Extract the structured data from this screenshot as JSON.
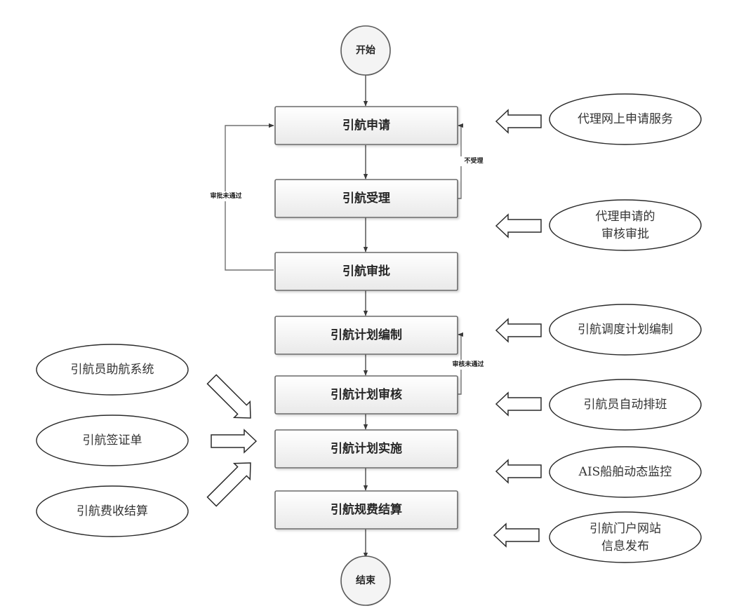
{
  "diagram": {
    "type": "flowchart",
    "title": "",
    "terminals": {
      "start": "开始",
      "end": "结束"
    },
    "steps": [
      {
        "id": "apply",
        "label": "引航申请"
      },
      {
        "id": "accept",
        "label": "引航受理"
      },
      {
        "id": "approve",
        "label": "引航审批"
      },
      {
        "id": "plan",
        "label": "引航计划编制"
      },
      {
        "id": "review",
        "label": "引航计划审核"
      },
      {
        "id": "execute",
        "label": "引航计划实施"
      },
      {
        "id": "settle",
        "label": "引航规费结算"
      }
    ],
    "loops": [
      {
        "from": "accept",
        "to": "apply",
        "label": "不受理",
        "side": "right"
      },
      {
        "from": "approve",
        "to": "apply",
        "label": "审批未通过",
        "side": "left"
      },
      {
        "from": "review",
        "to": "plan",
        "label": "审核未通过",
        "side": "right"
      }
    ],
    "right_supports": [
      {
        "target": "apply",
        "lines": [
          "代理网上申请服务"
        ]
      },
      {
        "target": "accept",
        "lines": [
          "代理申请的",
          "审核审批"
        ]
      },
      {
        "target": "plan",
        "lines": [
          "引航调度计划编制"
        ]
      },
      {
        "target": "review",
        "lines": [
          "引航员自动排班"
        ]
      },
      {
        "target": "execute",
        "lines": [
          "AIS船舶动态监控"
        ]
      },
      {
        "target": "settle",
        "lines": [
          "引航门户网站",
          "信息发布"
        ]
      }
    ],
    "left_supports": [
      {
        "target": "execute",
        "lines": [
          "引航员助航系统"
        ],
        "direction": "down-right"
      },
      {
        "target": "execute",
        "lines": [
          "引航签证单"
        ],
        "direction": "right"
      },
      {
        "target": "execute",
        "lines": [
          "引航费收结算"
        ],
        "direction": "up-right"
      }
    ]
  }
}
